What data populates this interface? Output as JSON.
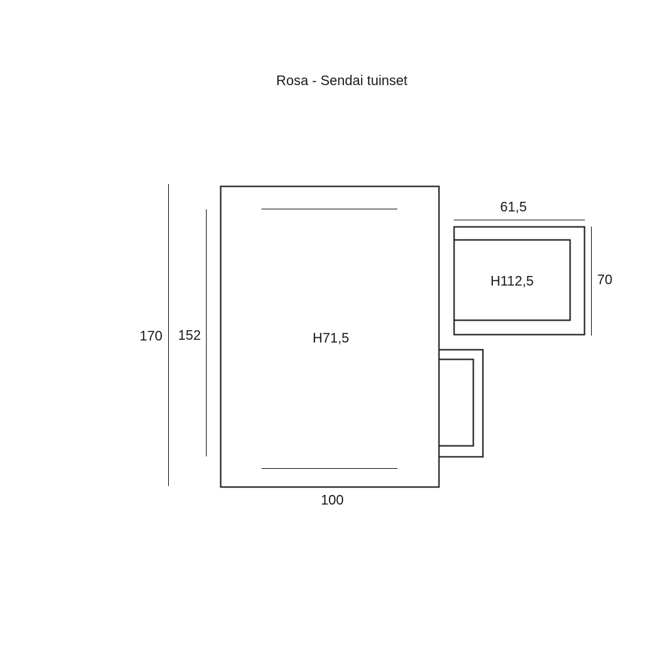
{
  "title": "Rosa - Sendai tuinset",
  "dimensions": {
    "total_length": "170",
    "table_length": "152",
    "table_width": "100",
    "chair_width": "61,5",
    "chair_depth": "70"
  },
  "heights": {
    "table": "H71,5",
    "chair": "H112,5"
  }
}
